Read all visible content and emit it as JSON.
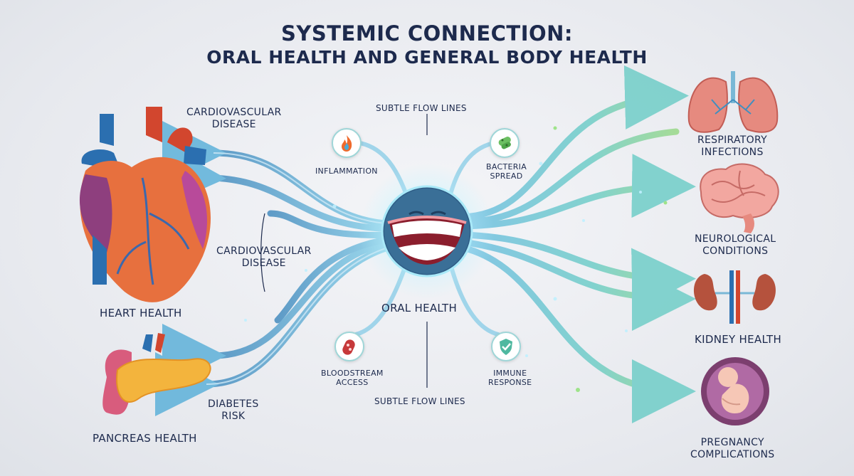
{
  "title": {
    "line1": "SYSTEMIC CONNECTION:",
    "line2": "ORAL HEALTH AND GENERAL BODY HEALTH"
  },
  "center": {
    "label": "ORAL HEALTH"
  },
  "left": {
    "cardio_top": "CARDIOVASCULAR\nDISEASE",
    "cardio_mid": "CARDIOVASCULAR\nDISEASE",
    "heart": "HEART HEALTH",
    "diabetes": "DIABETES\nRISK",
    "pancreas": "PANCREAS HEALTH"
  },
  "middle": {
    "flow_top": "SUBTLE FLOW LINES",
    "flow_bottom": "SUBTLE FLOW LINES",
    "inflammation": "INFLAMMATION",
    "bacteria": "BACTERIA\nSPREAD",
    "bloodstream": "BLOODSTREAM\nACCESS",
    "immune": "IMMUNE\nRESPONSE"
  },
  "right": {
    "respiratory": "RESPIRATORY\nINFECTIONS",
    "neurological": "NEUROLOGICAL\nCONDITIONS",
    "kidney": "KIDNEY HEALTH",
    "pregnancy": "PREGNANCY\nCOMPLICATIONS"
  },
  "icons": {
    "inflammation": "fire-icon",
    "bacteria": "bacteria-icon",
    "bloodstream": "blood-vessel-icon",
    "immune": "shield-check-icon"
  },
  "colors": {
    "flow_blue": "#4aa9d6",
    "flow_teal": "#5fc9c2",
    "flow_green": "#8ed67a",
    "title": "#1d2a4d",
    "center_circle": "#2f5d86"
  }
}
